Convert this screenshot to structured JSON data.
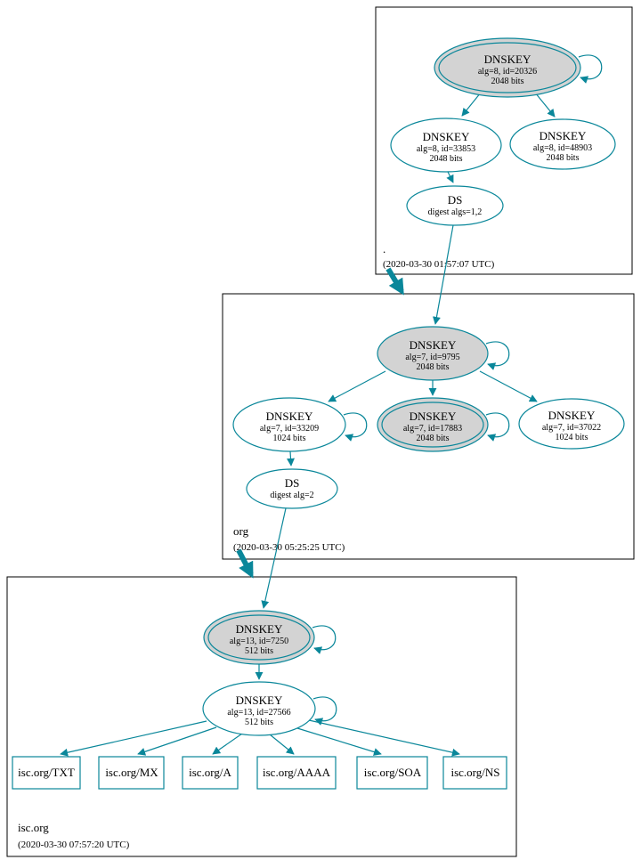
{
  "colors": {
    "line": "#0a879a",
    "ksk_fill": "#d3d3d3",
    "zone_border": "#000000",
    "background": "#ffffff"
  },
  "zones": [
    {
      "label": ".",
      "timestamp": "(2020-03-30 01:57:07 UTC)",
      "keys": [
        {
          "title": "DNSKEY",
          "detail": "alg=8, id=20326",
          "bits": "2048 bits"
        },
        {
          "title": "DNSKEY",
          "detail": "alg=8, id=33853",
          "bits": "2048 bits"
        },
        {
          "title": "DNSKEY",
          "detail": "alg=8, id=48903",
          "bits": "2048 bits"
        }
      ],
      "ds": {
        "title": "DS",
        "detail": "digest algs=1,2"
      }
    },
    {
      "label": "org",
      "timestamp": "(2020-03-30 05:25:25 UTC)",
      "keys": [
        {
          "title": "DNSKEY",
          "detail": "alg=7, id=9795",
          "bits": "2048 bits"
        },
        {
          "title": "DNSKEY",
          "detail": "alg=7, id=33209",
          "bits": "1024 bits"
        },
        {
          "title": "DNSKEY",
          "detail": "alg=7, id=17883",
          "bits": "2048 bits"
        },
        {
          "title": "DNSKEY",
          "detail": "alg=7, id=37022",
          "bits": "1024 bits"
        }
      ],
      "ds": {
        "title": "DS",
        "detail": "digest alg=2"
      }
    },
    {
      "label": "isc.org",
      "timestamp": "(2020-03-30 07:57:20 UTC)",
      "keys": [
        {
          "title": "DNSKEY",
          "detail": "alg=13, id=7250",
          "bits": "512 bits"
        },
        {
          "title": "DNSKEY",
          "detail": "alg=13, id=27566",
          "bits": "512 bits"
        }
      ],
      "records": [
        "isc.org/TXT",
        "isc.org/MX",
        "isc.org/A",
        "isc.org/AAAA",
        "isc.org/SOA",
        "isc.org/NS"
      ]
    }
  ]
}
